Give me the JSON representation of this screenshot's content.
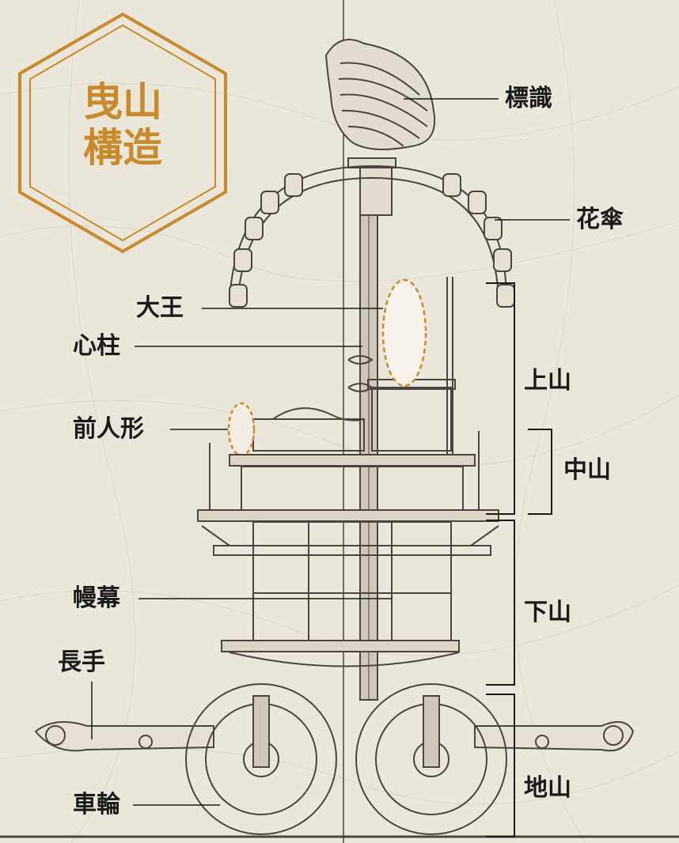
{
  "title": {
    "line1": "曳山",
    "line2": "構造"
  },
  "labels": {
    "hyoushiki": "標識",
    "hanagasa": "花傘",
    "daiou": "大王",
    "shinbashira": "心柱",
    "maeningyou": "前人形",
    "manmaku": "幔幕",
    "nagate": "長手",
    "sharin": "車輪"
  },
  "sections": {
    "kamiyama": "上山",
    "nakayama": "中山",
    "shimoyama": "下山",
    "jiyama": "地山"
  },
  "colors": {
    "background": "#ebe6da",
    "accent": "#c88a2a",
    "ink": "#1a1a1a",
    "drawing": "#4a4540"
  }
}
